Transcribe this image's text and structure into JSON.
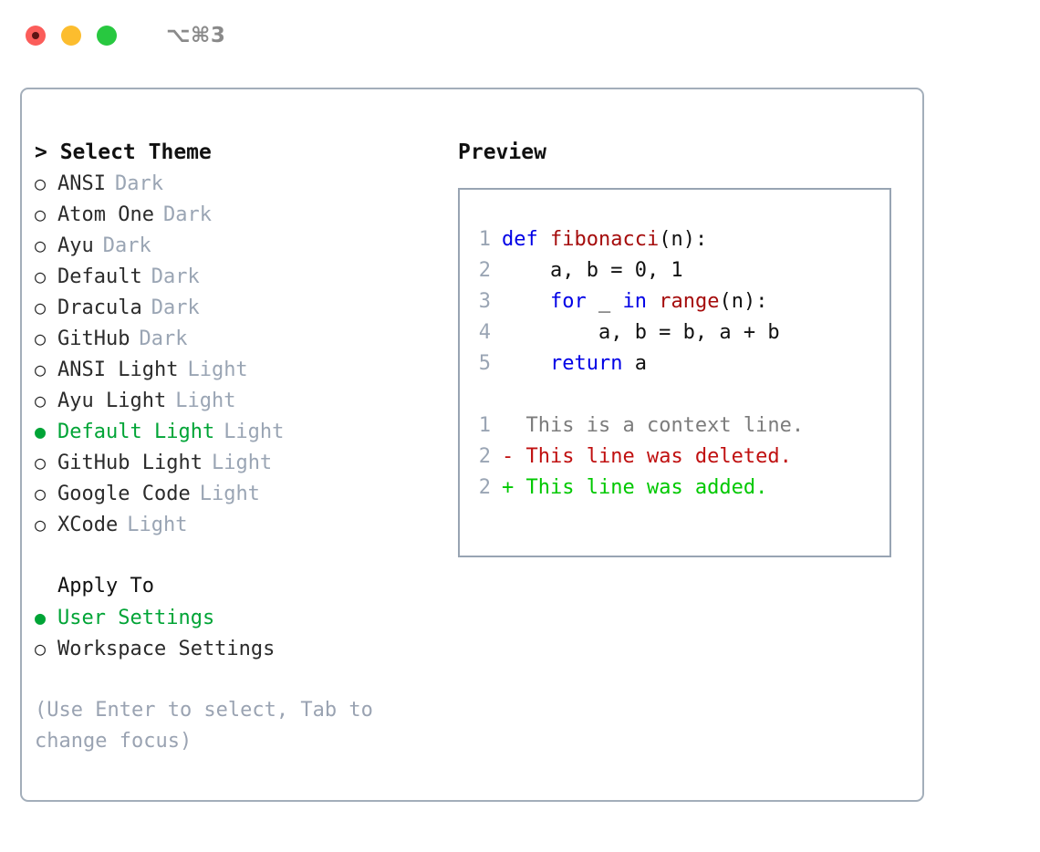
{
  "titlebar": {
    "shortcut": "⌥⌘3",
    "lights": [
      {
        "name": "close",
        "color": "#fb5d5a"
      },
      {
        "name": "minimize",
        "color": "#fcbd2e"
      },
      {
        "name": "maximize",
        "color": "#28c840"
      }
    ]
  },
  "theme_picker": {
    "header": "> Select Theme",
    "items": [
      {
        "marker": "○",
        "label": "ANSI",
        "tag": "Dark",
        "selected": false
      },
      {
        "marker": "○",
        "label": "Atom One",
        "tag": "Dark",
        "selected": false
      },
      {
        "marker": "○",
        "label": "Ayu",
        "tag": "Dark",
        "selected": false
      },
      {
        "marker": "○",
        "label": "Default",
        "tag": "Dark",
        "selected": false
      },
      {
        "marker": "○",
        "label": "Dracula",
        "tag": "Dark",
        "selected": false
      },
      {
        "marker": "○",
        "label": "GitHub",
        "tag": "Dark",
        "selected": false
      },
      {
        "marker": "○",
        "label": "ANSI Light",
        "tag": "Light",
        "selected": false
      },
      {
        "marker": "○",
        "label": "Ayu Light",
        "tag": "Light",
        "selected": false
      },
      {
        "marker": "●",
        "label": "Default Light",
        "tag": "Light",
        "selected": true
      },
      {
        "marker": "○",
        "label": "GitHub Light",
        "tag": "Light",
        "selected": false
      },
      {
        "marker": "○",
        "label": "Google Code",
        "tag": "Light",
        "selected": false
      },
      {
        "marker": "○",
        "label": "XCode",
        "tag": "Light",
        "selected": false
      }
    ]
  },
  "apply_to": {
    "header": "Apply To",
    "items": [
      {
        "marker": "●",
        "label": "User Settings",
        "selected": true
      },
      {
        "marker": "○",
        "label": "Workspace Settings",
        "selected": false
      }
    ]
  },
  "hint": "(Use Enter to select, Tab to change focus)",
  "preview": {
    "title": "Preview",
    "code_lines": [
      {
        "number": "1",
        "tokens": [
          {
            "t": "def ",
            "c": "kw"
          },
          {
            "t": "fibonacci",
            "c": "fn"
          },
          {
            "t": "(n):",
            "c": "pl"
          }
        ]
      },
      {
        "number": "2",
        "tokens": [
          {
            "t": "    a, b = 0, 1",
            "c": "pl"
          }
        ]
      },
      {
        "number": "3",
        "tokens": [
          {
            "t": "    ",
            "c": "pl"
          },
          {
            "t": "for",
            "c": "kw"
          },
          {
            "t": " _ ",
            "c": "pl"
          },
          {
            "t": "in",
            "c": "kw"
          },
          {
            "t": " ",
            "c": "pl"
          },
          {
            "t": "range",
            "c": "fn"
          },
          {
            "t": "(n):",
            "c": "pl"
          }
        ]
      },
      {
        "number": "4",
        "tokens": [
          {
            "t": "        a, b = b, a + b",
            "c": "pl"
          }
        ]
      },
      {
        "number": "5",
        "tokens": [
          {
            "t": "    ",
            "c": "pl"
          },
          {
            "t": "return",
            "c": "kw"
          },
          {
            "t": " a",
            "c": "pl"
          }
        ]
      }
    ],
    "diff_lines": [
      {
        "number": "1",
        "sign": "  ",
        "text": "This is a context line.",
        "kind": "ctx"
      },
      {
        "number": "2",
        "sign": "- ",
        "text": "This line was deleted.",
        "kind": "del"
      },
      {
        "number": "2",
        "sign": "+ ",
        "text": "This line was added.",
        "kind": "add"
      }
    ]
  },
  "colors": {
    "accent_green": "#00a436",
    "diff_add_green": "#00c800",
    "diff_del_red": "#c01010",
    "keyword_blue": "#0000e6",
    "function_red": "#a50c0c",
    "muted": "#9aa5b4",
    "border": "#a3aeba"
  }
}
